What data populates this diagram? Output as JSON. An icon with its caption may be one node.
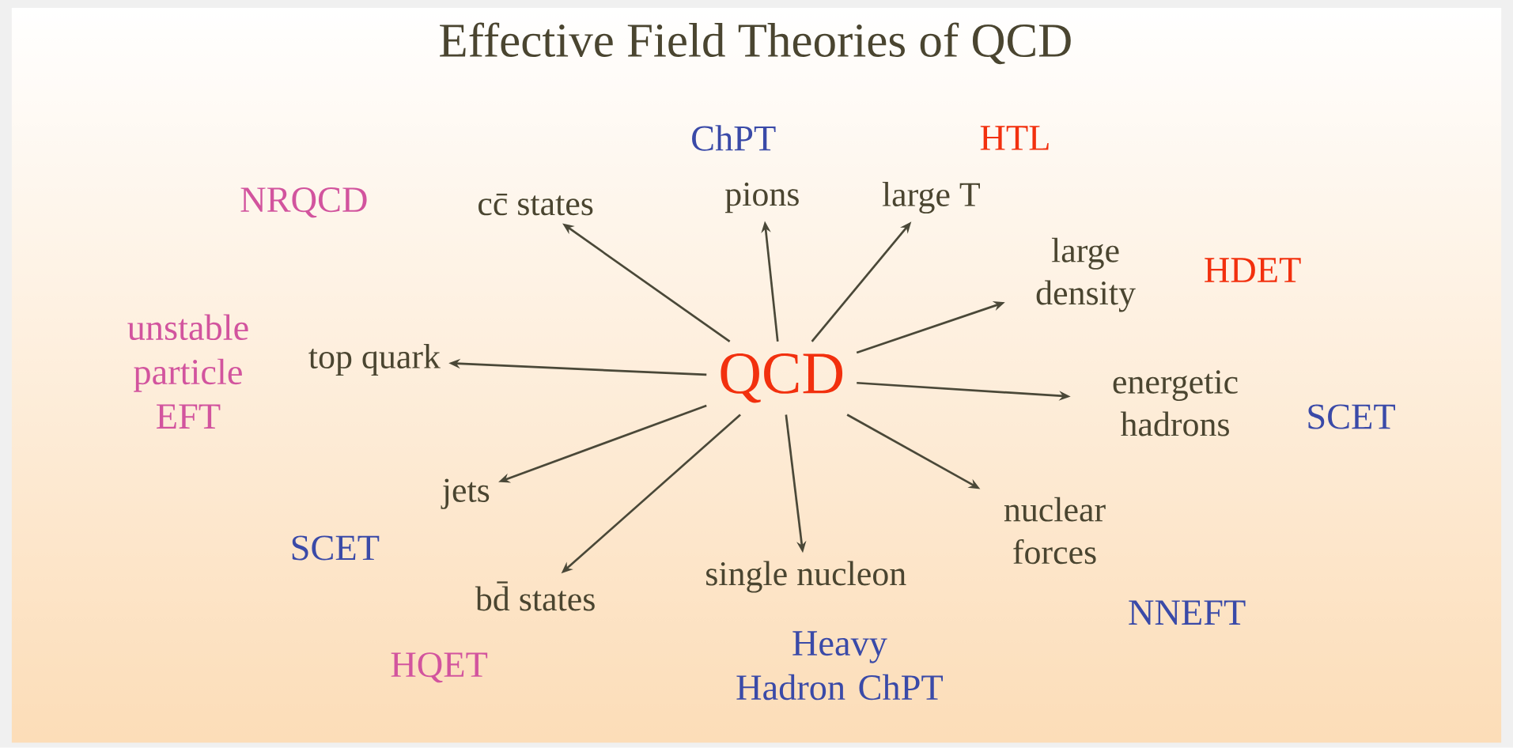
{
  "diagram": {
    "title": "Effective Field Theories of QCD",
    "nodes": [
      {
        "text": [
          "QCD"
        ]
      },
      {
        "text": [
          "cc̄ states"
        ],
        "beside": [
          "NRQCD"
        ]
      },
      {
        "text": [
          "pions"
        ],
        "beside": [
          "ChPT"
        ]
      },
      {
        "text": [
          "large T"
        ],
        "beside": [
          "HTL"
        ]
      },
      {
        "text": [
          "large density"
        ],
        "beside": [
          "HDET"
        ]
      },
      {
        "text": [
          "energetic hadrons"
        ],
        "beside": [
          "SCET"
        ]
      },
      {
        "text": [
          "nuclear forces"
        ],
        "beside": [
          "NNEFT"
        ]
      },
      {
        "text": [
          "single nucleon"
        ],
        "beside": [
          "Heavy Hadron ChPT"
        ]
      },
      {
        "text": [
          "bd̄ states"
        ],
        "beside": [
          "HQET"
        ]
      },
      {
        "text": [
          "jets"
        ],
        "beside": [
          "SCET"
        ]
      },
      {
        "text": [
          "top quark"
        ],
        "beside": [
          "unstable particle EFT"
        ]
      }
    ],
    "edges": [
      {
        "from": 0,
        "to": 1,
        "arrow": "to"
      },
      {
        "from": 0,
        "to": 2,
        "arrow": "to"
      },
      {
        "from": 0,
        "to": 3,
        "arrow": "to"
      },
      {
        "from": 0,
        "to": 4,
        "arrow": "to"
      },
      {
        "from": 0,
        "to": 5,
        "arrow": "to"
      },
      {
        "from": 0,
        "to": 6,
        "arrow": "to"
      },
      {
        "from": 0,
        "to": 7,
        "arrow": "to"
      },
      {
        "from": 0,
        "to": 8,
        "arrow": "to"
      },
      {
        "from": 0,
        "to": 9,
        "arrow": "to"
      },
      {
        "from": 0,
        "to": 10,
        "arrow": "to"
      }
    ]
  }
}
